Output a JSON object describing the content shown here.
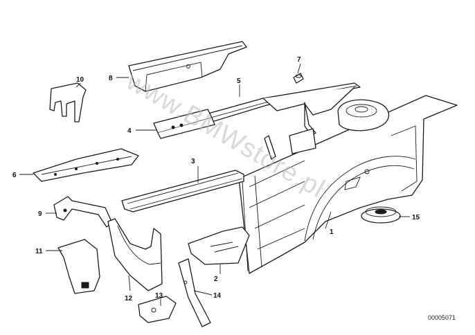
{
  "diagram": {
    "callouts": [
      "1",
      "2",
      "3",
      "4",
      "5",
      "6",
      "7",
      "8",
      "9",
      "10",
      "11",
      "12",
      "13",
      "14",
      "15"
    ],
    "catalog_number": "00005071",
    "watermark": "www.BMWstore.pl"
  }
}
